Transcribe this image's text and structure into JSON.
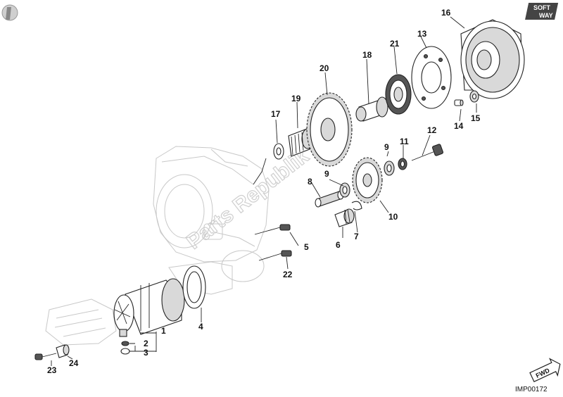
{
  "diagram": {
    "callouts": [
      {
        "id": "c1",
        "text": "1"
      },
      {
        "id": "c2",
        "text": "2"
      },
      {
        "id": "c3",
        "text": "3"
      },
      {
        "id": "c4",
        "text": "4"
      },
      {
        "id": "c5",
        "text": "5"
      },
      {
        "id": "c6",
        "text": "6"
      },
      {
        "id": "c7",
        "text": "7"
      },
      {
        "id": "c8",
        "text": "8"
      },
      {
        "id": "c9a",
        "text": "9"
      },
      {
        "id": "c9b",
        "text": "9"
      },
      {
        "id": "c10",
        "text": "10"
      },
      {
        "id": "c11",
        "text": "11"
      },
      {
        "id": "c12",
        "text": "12"
      },
      {
        "id": "c13",
        "text": "13"
      },
      {
        "id": "c14",
        "text": "14"
      },
      {
        "id": "c15",
        "text": "15"
      },
      {
        "id": "c16",
        "text": "16"
      },
      {
        "id": "c17",
        "text": "17"
      },
      {
        "id": "c18",
        "text": "18"
      },
      {
        "id": "c19",
        "text": "19"
      },
      {
        "id": "c20",
        "text": "20"
      },
      {
        "id": "c21",
        "text": "21"
      },
      {
        "id": "c22",
        "text": "22"
      },
      {
        "id": "c23",
        "text": "23"
      },
      {
        "id": "c24",
        "text": "24"
      }
    ],
    "drawing_code": "IMP00172",
    "watermark": "Parts Republik",
    "logo": {
      "line1": "SOFT",
      "line2": "WAY"
    },
    "fwd_label": "FWD"
  },
  "colors": {
    "ink": "#111111",
    "ghost": "#c8c8c8",
    "metal": "#d9d9d9",
    "dark": "#555555"
  }
}
